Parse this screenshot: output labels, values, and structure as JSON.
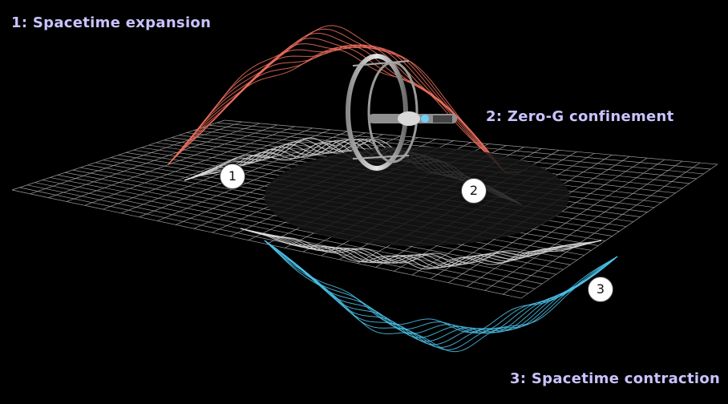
{
  "captions": {
    "expansion": "1: Spacetime expansion",
    "confinement": "2: Zero-G confinement",
    "contraction": "3: Spacetime contraction"
  },
  "markers": {
    "one": "1",
    "two": "2",
    "three": "3"
  },
  "colors": {
    "background": "#000000",
    "caption_text": "#c9c3ff",
    "expansion_wave": "#f0705e",
    "contraction_wave": "#4cc3ea",
    "grid": "#dcdcdc"
  }
}
